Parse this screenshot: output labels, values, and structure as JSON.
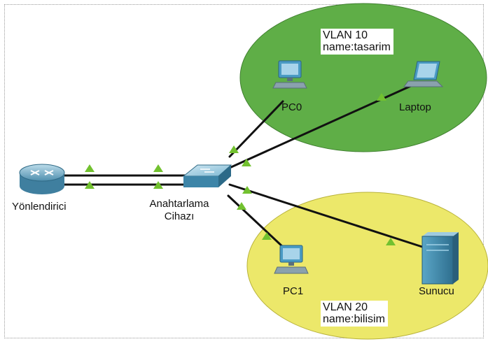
{
  "colors": {
    "vlan10_zone": "#5fae47",
    "vlan20_zone": "#ece86a",
    "link": "#111111",
    "link_marker": "#72c12f",
    "device": "#4a9bc4"
  },
  "zones": [
    {
      "id": "vlan10",
      "title": "VLAN 10",
      "subtitle": "name:tasarim"
    },
    {
      "id": "vlan20",
      "title": "VLAN 20",
      "subtitle": "name:bilisim"
    }
  ],
  "devices": {
    "router": {
      "label": "Yönlendirici",
      "icon": "router-icon"
    },
    "switch": {
      "label_line1": "Anahtarlama",
      "label_line2": "Cihazı",
      "icon": "switch-icon"
    },
    "pc0": {
      "label": "PC0",
      "icon": "desktop-pc-icon"
    },
    "laptop": {
      "label": "Laptop",
      "icon": "laptop-icon"
    },
    "pc1": {
      "label": "PC1",
      "icon": "desktop-pc-icon"
    },
    "server": {
      "label": "Sunucu",
      "icon": "server-icon"
    }
  },
  "links": [
    {
      "from": "router",
      "to": "switch",
      "status": "up"
    },
    {
      "from": "router",
      "to": "switch",
      "status": "up"
    },
    {
      "from": "switch",
      "to": "pc0",
      "status": "up"
    },
    {
      "from": "switch",
      "to": "laptop",
      "status": "up"
    },
    {
      "from": "switch",
      "to": "pc1",
      "status": "up"
    },
    {
      "from": "switch",
      "to": "server",
      "status": "up"
    }
  ]
}
